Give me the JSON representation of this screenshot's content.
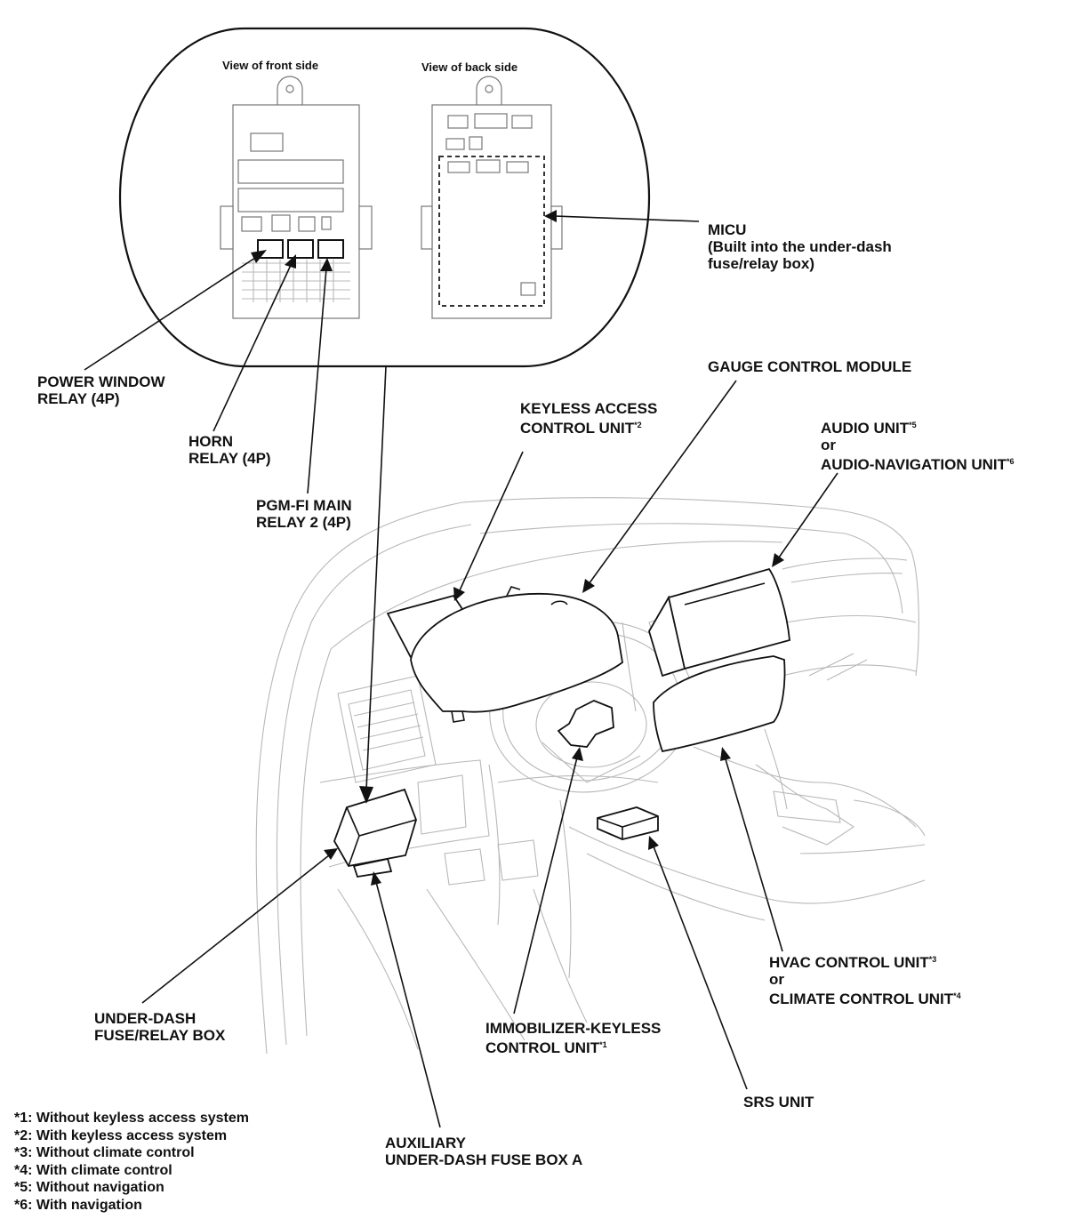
{
  "inset": {
    "front_caption": "View of front side",
    "back_caption": "View of back side"
  },
  "labels": {
    "micu": [
      "MICU",
      "(Built into the under-dash",
      "fuse/relay box)"
    ],
    "power_window_relay": [
      "POWER WINDOW",
      "RELAY (4P)"
    ],
    "horn_relay": [
      "HORN",
      "RELAY (4P)"
    ],
    "pgm_fi_relay": [
      "PGM-FI MAIN",
      "RELAY 2 (4P)"
    ],
    "gauge_control_module": "GAUGE CONTROL MODULE",
    "keyless_access": {
      "line1": "KEYLESS ACCESS",
      "line2": "CONTROL UNIT",
      "note": "*2"
    },
    "audio_unit": {
      "line1": "AUDIO UNIT",
      "note1": "*5",
      "line2": "or",
      "line3": "AUDIO-NAVIGATION UNIT",
      "note3": "*6"
    },
    "hvac": {
      "line1": "HVAC CONTROL UNIT",
      "note1": "*3",
      "line2": "or",
      "line3": "CLIMATE CONTROL UNIT",
      "note3": "*4"
    },
    "under_dash_box": [
      "UNDER-DASH",
      "FUSE/RELAY BOX"
    ],
    "immobilizer": {
      "line1": "IMMOBILIZER-KEYLESS",
      "line2": "CONTROL UNIT",
      "note": "*1"
    },
    "srs_unit": "SRS UNIT",
    "aux_fuse_box": [
      "AUXILIARY",
      "UNDER-DASH FUSE BOX A"
    ]
  },
  "footnotes": [
    "*1: Without keyless access system",
    "*2: With keyless access system",
    "*3: Without climate control",
    "*4: With climate control",
    "*5: Without navigation",
    "*6: With navigation"
  ]
}
